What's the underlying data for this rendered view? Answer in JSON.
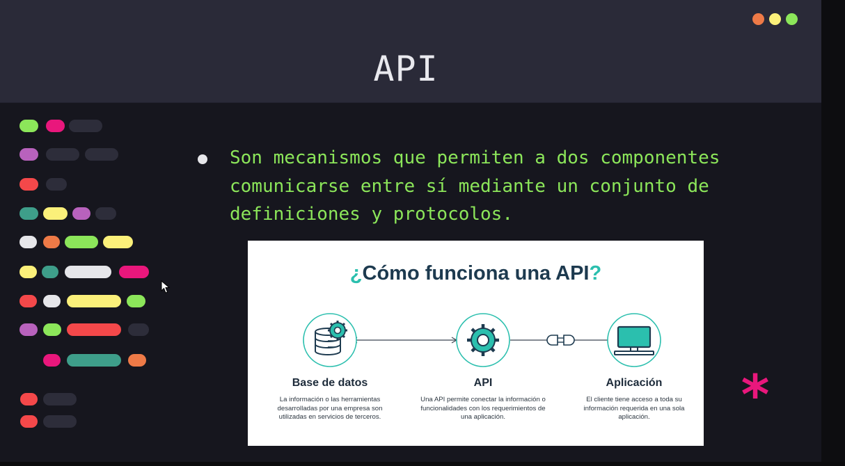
{
  "slide": {
    "title": "API",
    "bullet_text": "Son mecanismos que permiten a dos componentes comunicarse entre sí mediante un conjunto de definiciones y protocolos."
  },
  "window_dots": [
    "#ee7a47",
    "#fbf07a",
    "#8ce65a"
  ],
  "card": {
    "title_prefix": "¿",
    "title_main": "Cómo funciona una API",
    "title_suffix": "?",
    "columns": [
      {
        "title": "Base de datos",
        "desc": "La información o las herramientas desarrolladas por una empresa son utilizadas en servicios de terceros.",
        "icon": "database-gear-icon"
      },
      {
        "title": "API",
        "desc": "Una API permite conectar la información o funcionalidades con los requerimientos de una aplicación.",
        "icon": "gear-icon"
      },
      {
        "title": "Aplicación",
        "desc": "El cliente tiene acceso a toda su información requerida en una sola aplicación.",
        "icon": "monitor-icon"
      }
    ]
  },
  "colors": {
    "header_bg": "#2a2a38",
    "slide_bg": "#16161e",
    "text_green": "#8ce65a",
    "accent_teal": "#2bbfae",
    "accent_pink": "#e9177c"
  },
  "decor": {
    "asterisk": "*"
  }
}
